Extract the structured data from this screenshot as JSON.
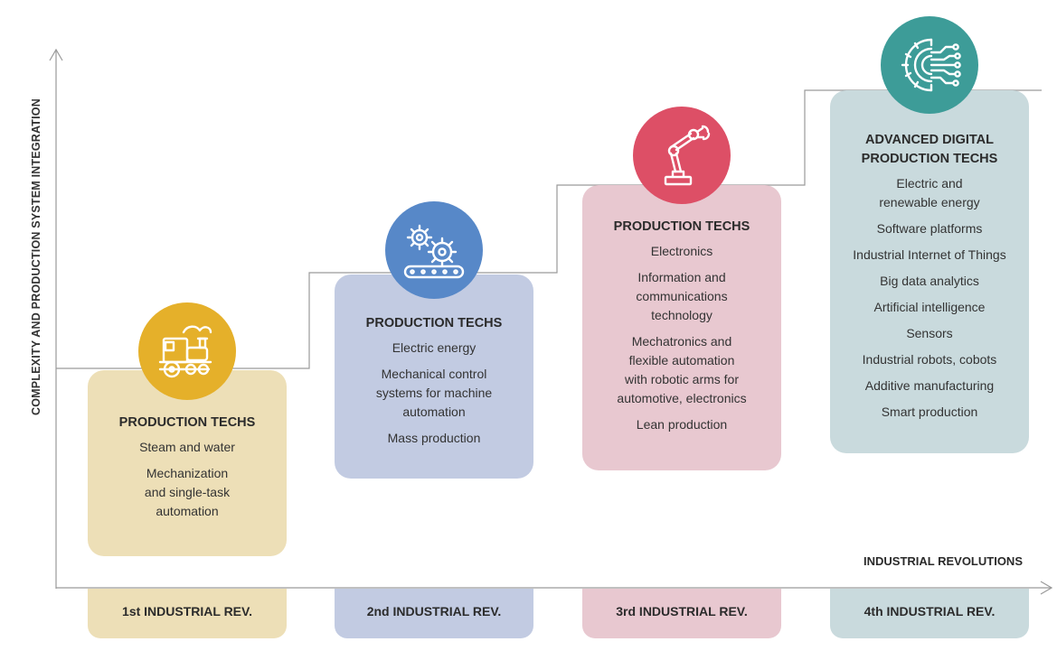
{
  "axes": {
    "y_label": "COMPLEXITY AND PRODUCTION SYSTEM INTEGRATION",
    "x_label": "INDUSTRIAL REVOLUTIONS"
  },
  "stages": [
    {
      "title": "PRODUCTION TECHS",
      "items": [
        "Steam and water",
        "Mechanization\nand single-task\nautomation"
      ],
      "revolution": "1st INDUSTRIAL REV.",
      "color": "#eddfb7",
      "icon": "steam-locomotive-icon",
      "icon_color": "#e5b02a"
    },
    {
      "title": "PRODUCTION TECHS",
      "items": [
        "Electric energy",
        "Mechanical control\nsystems for machine\nautomation",
        "Mass production"
      ],
      "revolution": "2nd INDUSTRIAL REV.",
      "color": "#c2cbe2",
      "icon": "gears-conveyor-icon",
      "icon_color": "#5788c8"
    },
    {
      "title": "PRODUCTION TECHS",
      "items": [
        "Electronics",
        "Information and\ncommunications\ntechnology",
        "Mechatronics and\nflexible automation\nwith robotic arms for\nautomotive, electronics",
        "Lean production"
      ],
      "revolution": "3rd INDUSTRIAL REV.",
      "color": "#e8c8d0",
      "icon": "robotic-arm-icon",
      "icon_color": "#dd4f66"
    },
    {
      "title": "ADVANCED DIGITAL\nPRODUCTION TECHS",
      "items": [
        "Electric and\nrenewable energy",
        "Software platforms",
        "Industrial Internet of Things",
        "Big data analytics",
        "Artificial intelligence",
        "Sensors",
        "Industrial robots, cobots",
        "Additive manufacturing",
        "Smart production"
      ],
      "revolution": "4th INDUSTRIAL REV.",
      "color": "#c9dadd",
      "icon": "digital-gear-circuit-icon",
      "icon_color": "#3d9c98"
    }
  ]
}
